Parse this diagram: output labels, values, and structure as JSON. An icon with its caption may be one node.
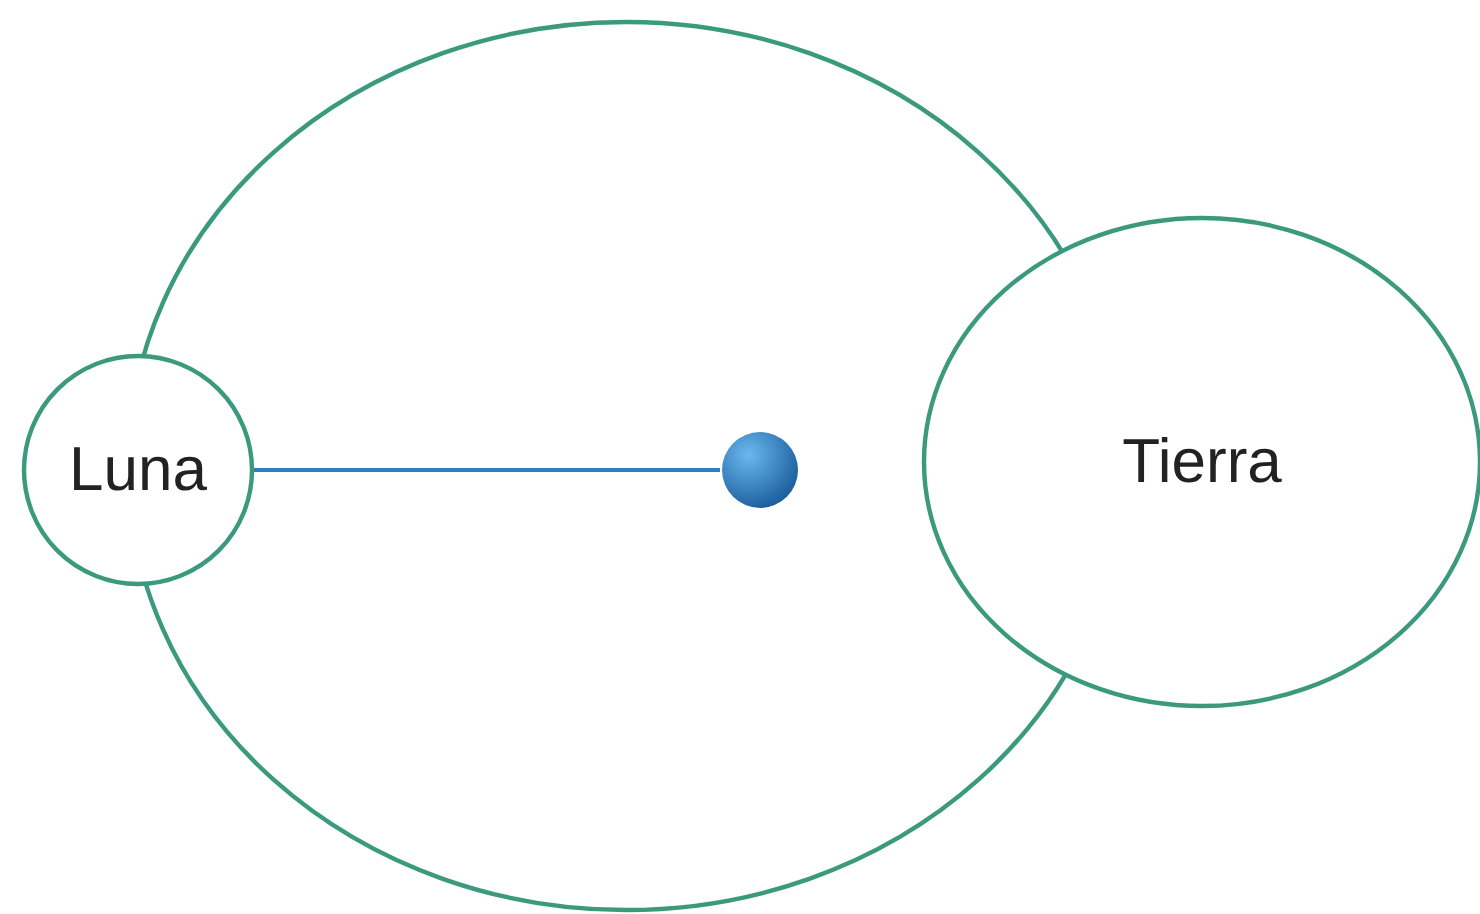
{
  "diagram": {
    "nodes": [
      {
        "text": [
          "Luna"
        ]
      },
      {
        "text": [],
        "shape": "circle"
      },
      {
        "text": [
          "Tierra"
        ]
      }
    ],
    "edges": [
      {
        "from": 0,
        "to": 1,
        "arrow": "none"
      }
    ]
  }
}
